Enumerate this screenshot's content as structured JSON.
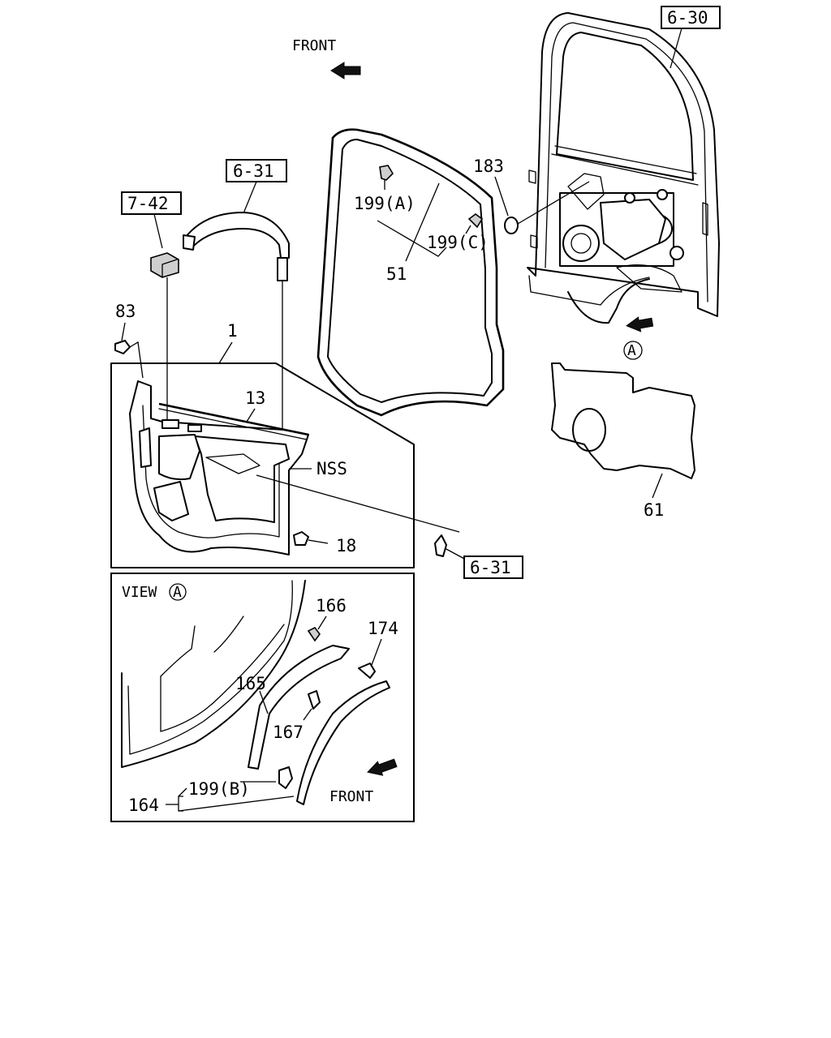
{
  "callouts": {
    "front_top": "FRONT",
    "front_view": "FRONT",
    "view_label": "VIEW",
    "view_marker": "A",
    "marker_a": "A"
  },
  "reference_boxes": {
    "ref_6_30": "6-30",
    "ref_6_31_top": "6-31",
    "ref_7_42": "7-42",
    "ref_6_31_bottom": "6-31"
  },
  "part_numbers": {
    "p1": "1",
    "p13": "13",
    "p18": "18",
    "p51": "51",
    "p61": "61",
    "p83": "83",
    "p164": "164",
    "p165": "165",
    "p166": "166",
    "p167": "167",
    "p174": "174",
    "p183": "183",
    "p199a": "199(A)",
    "p199b": "199(B)",
    "p199c": "199(C)",
    "nss": "NSS"
  }
}
